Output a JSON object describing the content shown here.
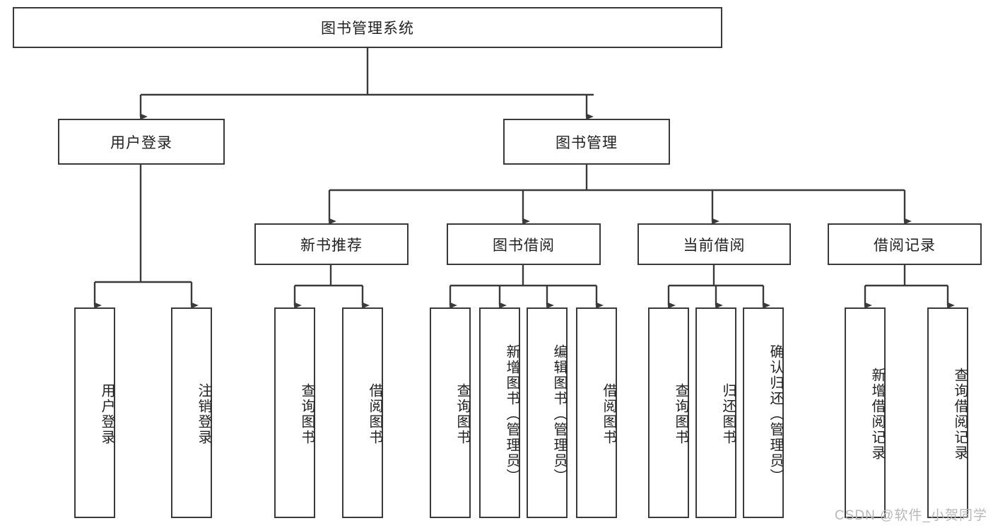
{
  "diagram": {
    "type": "tree-hierarchy",
    "title": "图书管理系统",
    "root": {
      "id": "root",
      "label": "图书管理系统",
      "orientation": "horizontal"
    },
    "level2": [
      {
        "id": "user-login",
        "label": "用户登录",
        "orientation": "horizontal"
      },
      {
        "id": "book-management",
        "label": "图书管理",
        "orientation": "horizontal"
      }
    ],
    "level3": [
      {
        "id": "new-book-recommend",
        "label": "新书推荐",
        "orientation": "horizontal",
        "parent": "book-management"
      },
      {
        "id": "book-borrow",
        "label": "图书借阅",
        "orientation": "horizontal",
        "parent": "book-management"
      },
      {
        "id": "current-borrow",
        "label": "当前借阅",
        "orientation": "horizontal",
        "parent": "book-management"
      },
      {
        "id": "borrow-record",
        "label": "借阅记录",
        "orientation": "horizontal",
        "parent": "book-management"
      }
    ],
    "leaves": [
      {
        "id": "leaf-user-login",
        "label": "用户登录",
        "orientation": "vertical",
        "parent": "user-login"
      },
      {
        "id": "leaf-user-logout",
        "label": "注销登录",
        "orientation": "vertical",
        "parent": "user-login"
      },
      {
        "id": "leaf-query-book-1",
        "label": "查询图书",
        "orientation": "vertical",
        "parent": "new-book-recommend"
      },
      {
        "id": "leaf-borrow-book-1",
        "label": "借阅图书",
        "orientation": "vertical",
        "parent": "new-book-recommend"
      },
      {
        "id": "leaf-query-book-2",
        "label": "查询图书",
        "orientation": "vertical",
        "parent": "book-borrow"
      },
      {
        "id": "leaf-add-book",
        "label": "新增图书（管理员）",
        "orientation": "vertical",
        "parent": "book-borrow"
      },
      {
        "id": "leaf-edit-book",
        "label": "编辑图书（管理员）",
        "orientation": "vertical",
        "parent": "book-borrow"
      },
      {
        "id": "leaf-borrow-book-2",
        "label": "借阅图书",
        "orientation": "vertical",
        "parent": "book-borrow"
      },
      {
        "id": "leaf-query-book-3",
        "label": "查询图书",
        "orientation": "vertical",
        "parent": "current-borrow"
      },
      {
        "id": "leaf-return-book",
        "label": "归还图书",
        "orientation": "vertical",
        "parent": "current-borrow"
      },
      {
        "id": "leaf-confirm-return",
        "label": "确认归还（管理员）",
        "orientation": "vertical",
        "parent": "current-borrow"
      },
      {
        "id": "leaf-add-record",
        "label": "新增借阅记录",
        "orientation": "vertical",
        "parent": "borrow-record"
      },
      {
        "id": "leaf-query-record",
        "label": "查询借阅记录",
        "orientation": "vertical",
        "parent": "borrow-record"
      }
    ]
  },
  "watermark": {
    "text": "CSDN @软件_小贺同学"
  },
  "colors": {
    "stroke": "#3a3a3a",
    "fill": "#ffffff",
    "text": "#222222",
    "watermark": "#b8b8b8"
  }
}
